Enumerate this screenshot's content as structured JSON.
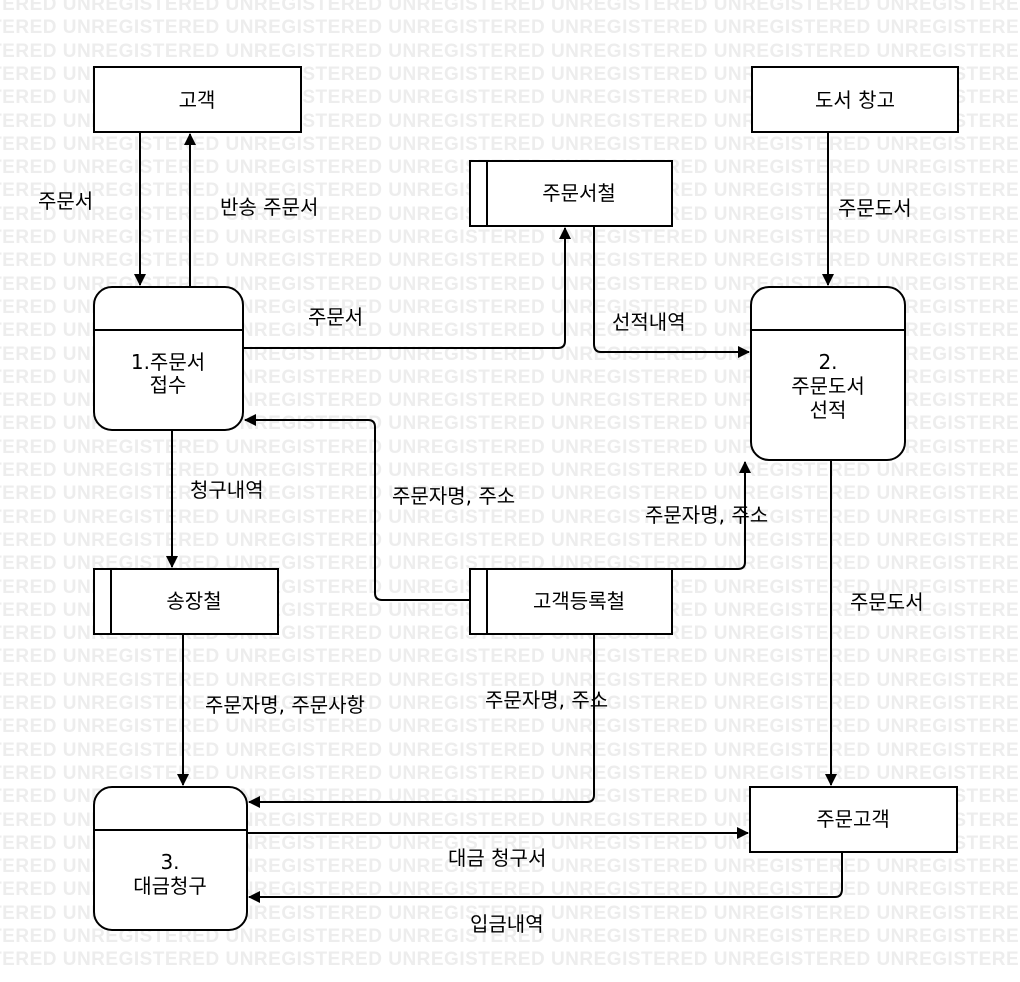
{
  "watermark": "UNREGISTERED",
  "entities": {
    "customer": "고객",
    "book_warehouse": "도서 창고",
    "order_customer": "주문고객"
  },
  "stores": {
    "order_file": "주문서철",
    "invoice_file": "송장철",
    "customer_file": "고객등록철"
  },
  "processes": {
    "p1": {
      "lines": [
        "1.주문서",
        "접수"
      ]
    },
    "p2": {
      "lines": [
        "2.",
        "주문도서",
        "선적"
      ]
    },
    "p3": {
      "lines": [
        "3.",
        "대금청구"
      ]
    }
  },
  "flows": {
    "customer_to_p1": "주문서",
    "p1_to_customer": "반송 주문서",
    "p1_to_order_file": "주문서",
    "warehouse_to_p2": "주문도서",
    "order_file_to_p2": "선적내역",
    "customer_file_to_p1": "주문자명, 주소",
    "customer_file_to_p2": "주문자명, 주소",
    "p1_to_invoice_file": "청구내역",
    "p2_to_order_customer": "주문도서",
    "invoice_file_to_p3": "주문자명, 주문사항",
    "customer_file_to_p3": "주문자명, 주소",
    "p3_to_order_customer": "대금 청구서",
    "order_customer_to_p3": "입금내역"
  }
}
